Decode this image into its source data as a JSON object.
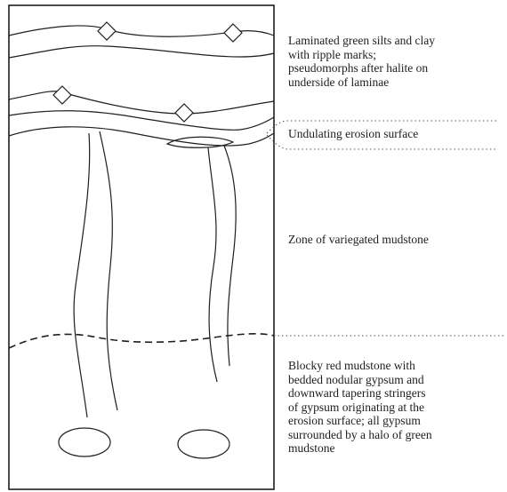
{
  "labels": {
    "laminated": "Laminated green silts and clay\nwith ripple marks;\npseudomorphs after halite on\nunderside of laminae",
    "erosion": "Undulating erosion surface",
    "variegated": "Zone of variegated mudstone",
    "blocky": "Blocky red mudstone with\nbedded nodular gypsum and\ndownward tapering stringers\nof gypsum originating at the\nerosion surface; all gypsum\nsurrounded by a halo of green\nmudstone"
  }
}
